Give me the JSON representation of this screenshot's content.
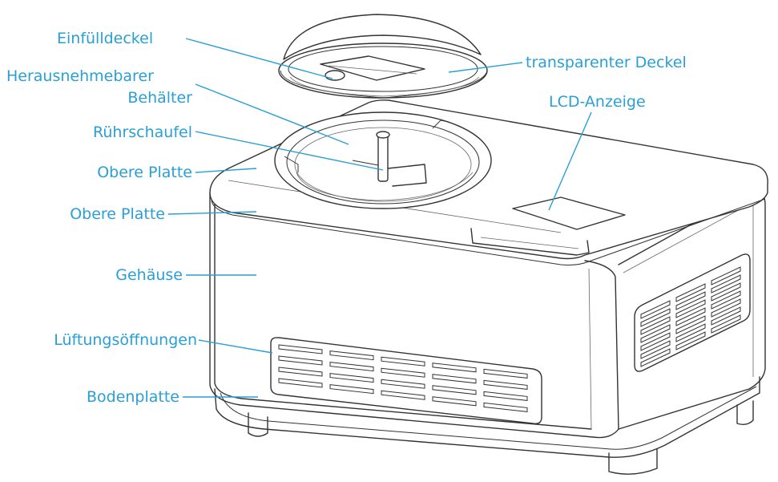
{
  "diagram": {
    "colors": {
      "label": "#2a9fd6",
      "line": "#333333",
      "background": "#ffffff"
    },
    "labels": {
      "fill_lid": "Einfülldeckel",
      "transparent_lid": "transparenter Deckel",
      "removable_bowl_line1": "Herausnehmebarer",
      "removable_bowl_line2": "Behälter",
      "lcd_display": "LCD-Anzeige",
      "paddle": "Rührschaufel",
      "top_plate_1": "Obere Platte",
      "top_plate_2": "Obere Platte",
      "housing": "Gehäuse",
      "vents": "Lüftungsöffnungen",
      "base_plate": "Bodenplatte"
    }
  }
}
